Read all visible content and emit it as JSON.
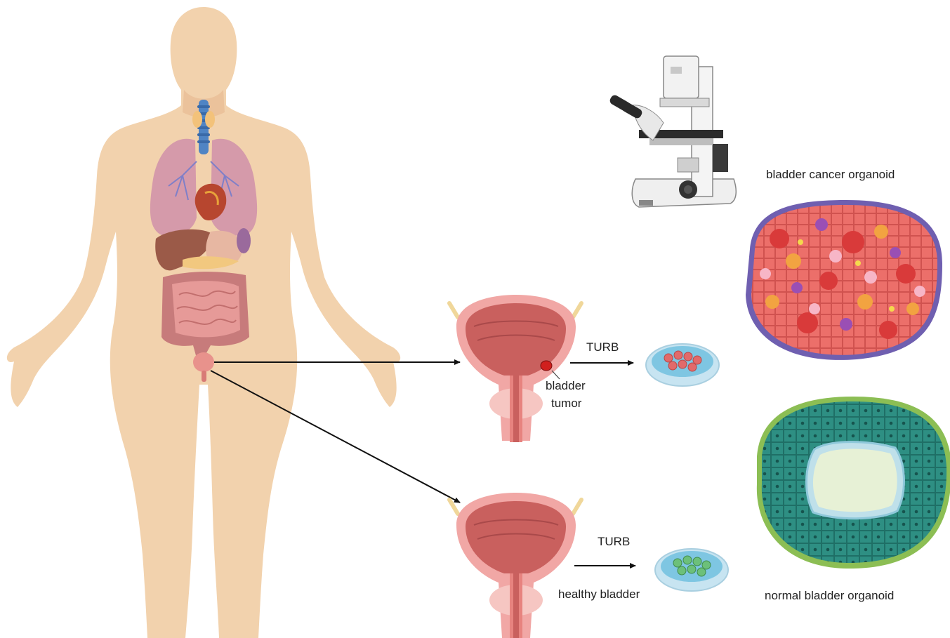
{
  "labels": {
    "turb_top": "TURB",
    "turb_bottom": "TURB",
    "tumor_line1": "bladder",
    "tumor_line2": "tumor",
    "healthy": "healthy bladder",
    "cancer_organoid": "bladder cancer organoid",
    "normal_organoid": "normal bladder organoid"
  },
  "colors": {
    "skin": "#f2d2ad",
    "bladder_outer": "#f1a7a5",
    "bladder_inner": "#c9605e",
    "tumor": "#d0201e",
    "dish": "#c7e4f1",
    "dish_liquid": "#7ec6e2",
    "cancer_cells": "#e33a3a",
    "cancer_border": "#6f5fb0",
    "normal_cells": "#2f9184",
    "normal_border": "#8cbe54",
    "lumen": "#e7f1d6",
    "arrow": "#111111"
  },
  "icons": [
    "human-body-icon",
    "microscope-icon",
    "bladder-icon",
    "petri-dish-icon",
    "organoid-icon"
  ]
}
